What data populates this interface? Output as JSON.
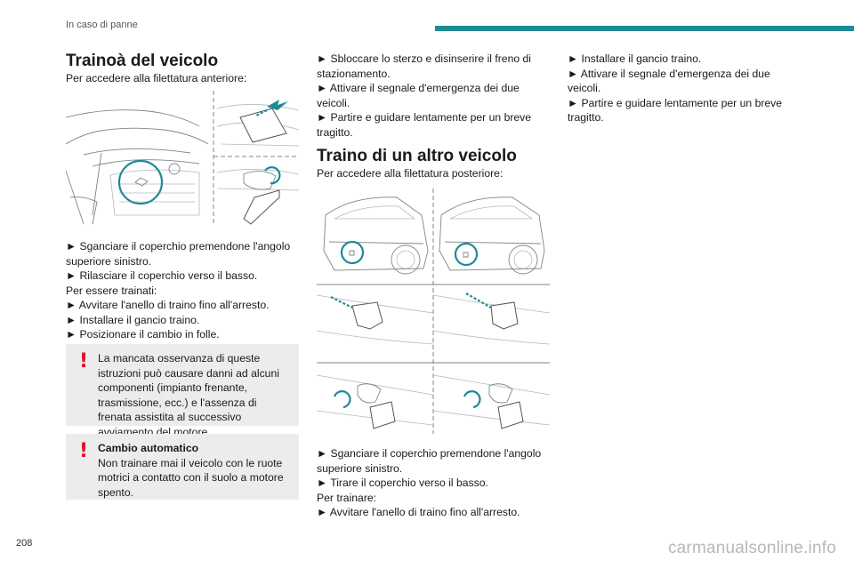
{
  "header": {
    "section": "In caso di panne",
    "bar_color": "#1f8a96"
  },
  "col1": {
    "title": "Trainoà del veicolo",
    "intro": "Per accedere alla filettatura anteriore:",
    "lines": [
      "► Sganciare il coperchio premendone l'angolo superiore sinistro.",
      "► Rilasciare il coperchio verso il basso.",
      "Per essere trainati:",
      "► Avvitare l'anello di traino fino all'arresto.",
      "► Installare il gancio traino.",
      "► Posizionare il cambio in folle."
    ],
    "warning1": "La mancata osservanza di queste istruzioni può causare danni ad alcuni componenti (impianto frenante, trasmissione, ecc.) e l'assenza di frenata assistita al successivo avviamento del motore.",
    "warning2_title": "Cambio automatico",
    "warning2_text": "Non trainare mai il veicolo con le ruote motrici a contatto con il suolo a motore spento."
  },
  "col2": {
    "top_lines": [
      "► Sbloccare lo sterzo e disinserire il freno di stazionamento.",
      "► Attivare il segnale d'emergenza dei due veicoli.",
      "► Partire e guidare lentamente per un breve tragitto."
    ],
    "title": "Traino di un altro veicolo",
    "intro": "Per accedere alla filettatura posteriore:",
    "bottom_lines": [
      "► Sganciare il coperchio premendone l'angolo superiore sinistro.",
      "► Tirare il coperchio verso il basso.",
      "Per trainare:",
      "► Avvitare l'anello di traino fino all'arresto."
    ]
  },
  "col3": {
    "lines": [
      "► Installare il gancio traino.",
      "► Attivare il segnale d'emergenza dei due veicoli.",
      "► Partire e guidare lentamente per un breve tragitto."
    ]
  },
  "footer": {
    "page_number": "208",
    "watermark": "carmanualsonline.info"
  },
  "colors": {
    "warning": "#e0102a",
    "warning_bg": "#ececec",
    "accent": "#1f8a96"
  },
  "icons": [
    "warning-exclamation-icon"
  ]
}
